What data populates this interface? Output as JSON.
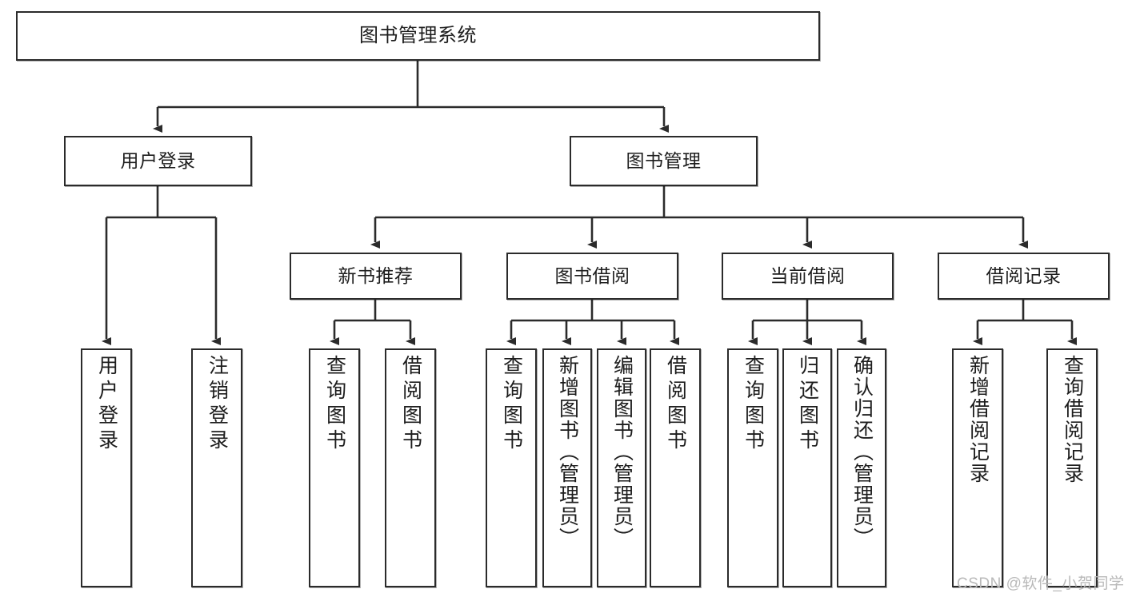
{
  "diagram": {
    "title": "图书管理系统",
    "type": "function-structure-tree",
    "stroke_color": "#2b2b2b",
    "background_color": "#ffffff",
    "text_color": "#1d1d1d"
  },
  "nodes": {
    "root": {
      "label": "图书管理系统"
    },
    "level2": [
      {
        "id": "user-login",
        "label": "用户登录"
      },
      {
        "id": "book-manage",
        "label": "图书管理"
      }
    ],
    "level3": [
      {
        "id": "new-book-recommend",
        "label": "新书推荐"
      },
      {
        "id": "book-borrow",
        "label": "图书借阅"
      },
      {
        "id": "current-borrow",
        "label": "当前借阅"
      },
      {
        "id": "borrow-record",
        "label": "借阅记录"
      }
    ],
    "leaves": {
      "user_login": [
        {
          "id": "leaf-user-login",
          "label": "用户登录"
        },
        {
          "id": "leaf-logout-login",
          "label": "注销登录"
        }
      ],
      "new_book_recommend": [
        {
          "id": "leaf-query-book-1",
          "label": "查询图书"
        },
        {
          "id": "leaf-borrow-book-1",
          "label": "借阅图书"
        }
      ],
      "book_borrow": [
        {
          "id": "leaf-query-book-2",
          "label": "查询图书"
        },
        {
          "id": "leaf-add-book",
          "label": "新增图书（管理员）"
        },
        {
          "id": "leaf-edit-book",
          "label": "编辑图书（管理员）"
        },
        {
          "id": "leaf-borrow-book-2",
          "label": "借阅图书"
        }
      ],
      "current_borrow": [
        {
          "id": "leaf-query-book-3",
          "label": "查询图书"
        },
        {
          "id": "leaf-return-book",
          "label": "归还图书"
        },
        {
          "id": "leaf-confirm-return",
          "label": "确认归还（管理员）"
        }
      ],
      "borrow_record": [
        {
          "id": "leaf-add-record",
          "label": "新增借阅记录"
        },
        {
          "id": "leaf-query-record",
          "label": "查询借阅记录"
        }
      ]
    }
  },
  "watermark": {
    "text": "CSDN @软件_小贺同学"
  }
}
